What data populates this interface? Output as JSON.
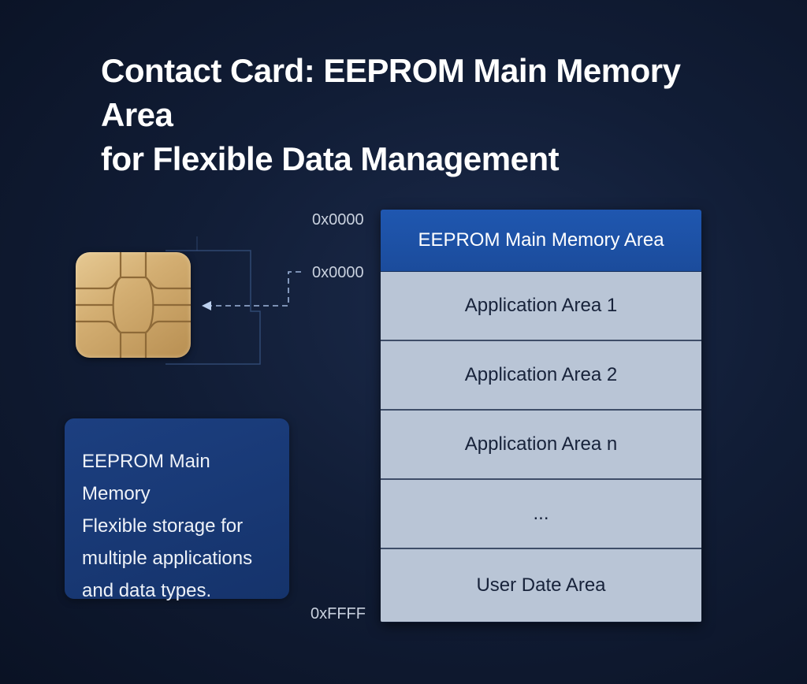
{
  "title": {
    "line1": "Contact Card: EEPROM Main Memory Area",
    "line2": "for Flexible Data Management"
  },
  "addresses": {
    "top": "0x0000",
    "app_start": "0x0000",
    "end": "0xFFFF"
  },
  "memory": {
    "header": "EEPROM Main Memory Area",
    "rows": [
      "Application Area 1",
      "Application Area 2",
      "Application Area n",
      "...",
      "User Date Area"
    ]
  },
  "info_box": {
    "heading": "EEPROM Main Memory",
    "lines": [
      "Flexible storage for",
      "multiple applications",
      "and data types."
    ]
  },
  "colors": {
    "background": "#111d36",
    "header_blue": "#1f57b0",
    "row_fill": "#b9c5d6",
    "info_box": "#1c3f80",
    "chip_gold": "#d3ae72"
  },
  "icons": {
    "chip": "smart-card-chip-icon",
    "arrow": "dashed-arrow-left-icon"
  }
}
